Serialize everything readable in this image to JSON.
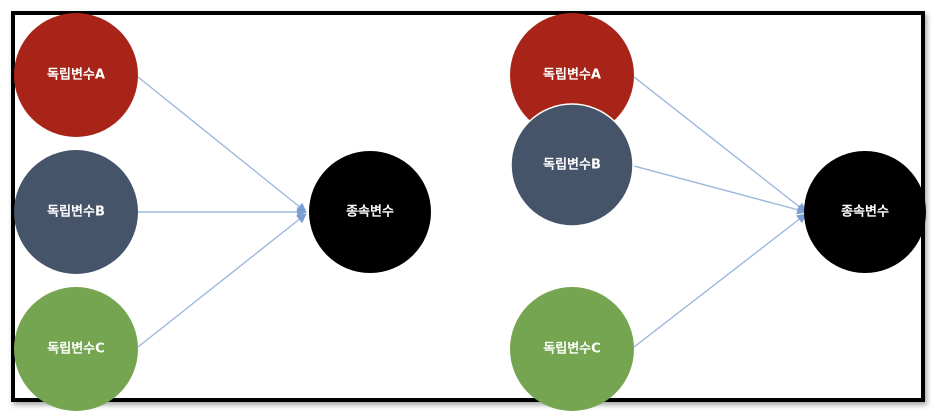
{
  "colors": {
    "var_a": "#a82418",
    "var_b": "#46546a",
    "var_c": "#76a552",
    "dependent": "#000000",
    "edge": "#9db8dc",
    "frame": "#000000"
  },
  "diagrams": [
    {
      "nodes": {
        "a": "독립변수A",
        "b": "독립변수B",
        "c": "독립변수C",
        "y": "종속변수"
      },
      "edges": [
        [
          "a",
          "y"
        ],
        [
          "b",
          "y"
        ],
        [
          "c",
          "y"
        ]
      ]
    },
    {
      "nodes": {
        "a": "독립변수A",
        "b": "독립변수B",
        "c": "독립변수C",
        "y": "종속변수"
      },
      "edges": [
        [
          "a",
          "y"
        ],
        [
          "b",
          "y"
        ],
        [
          "c",
          "y"
        ]
      ]
    }
  ]
}
